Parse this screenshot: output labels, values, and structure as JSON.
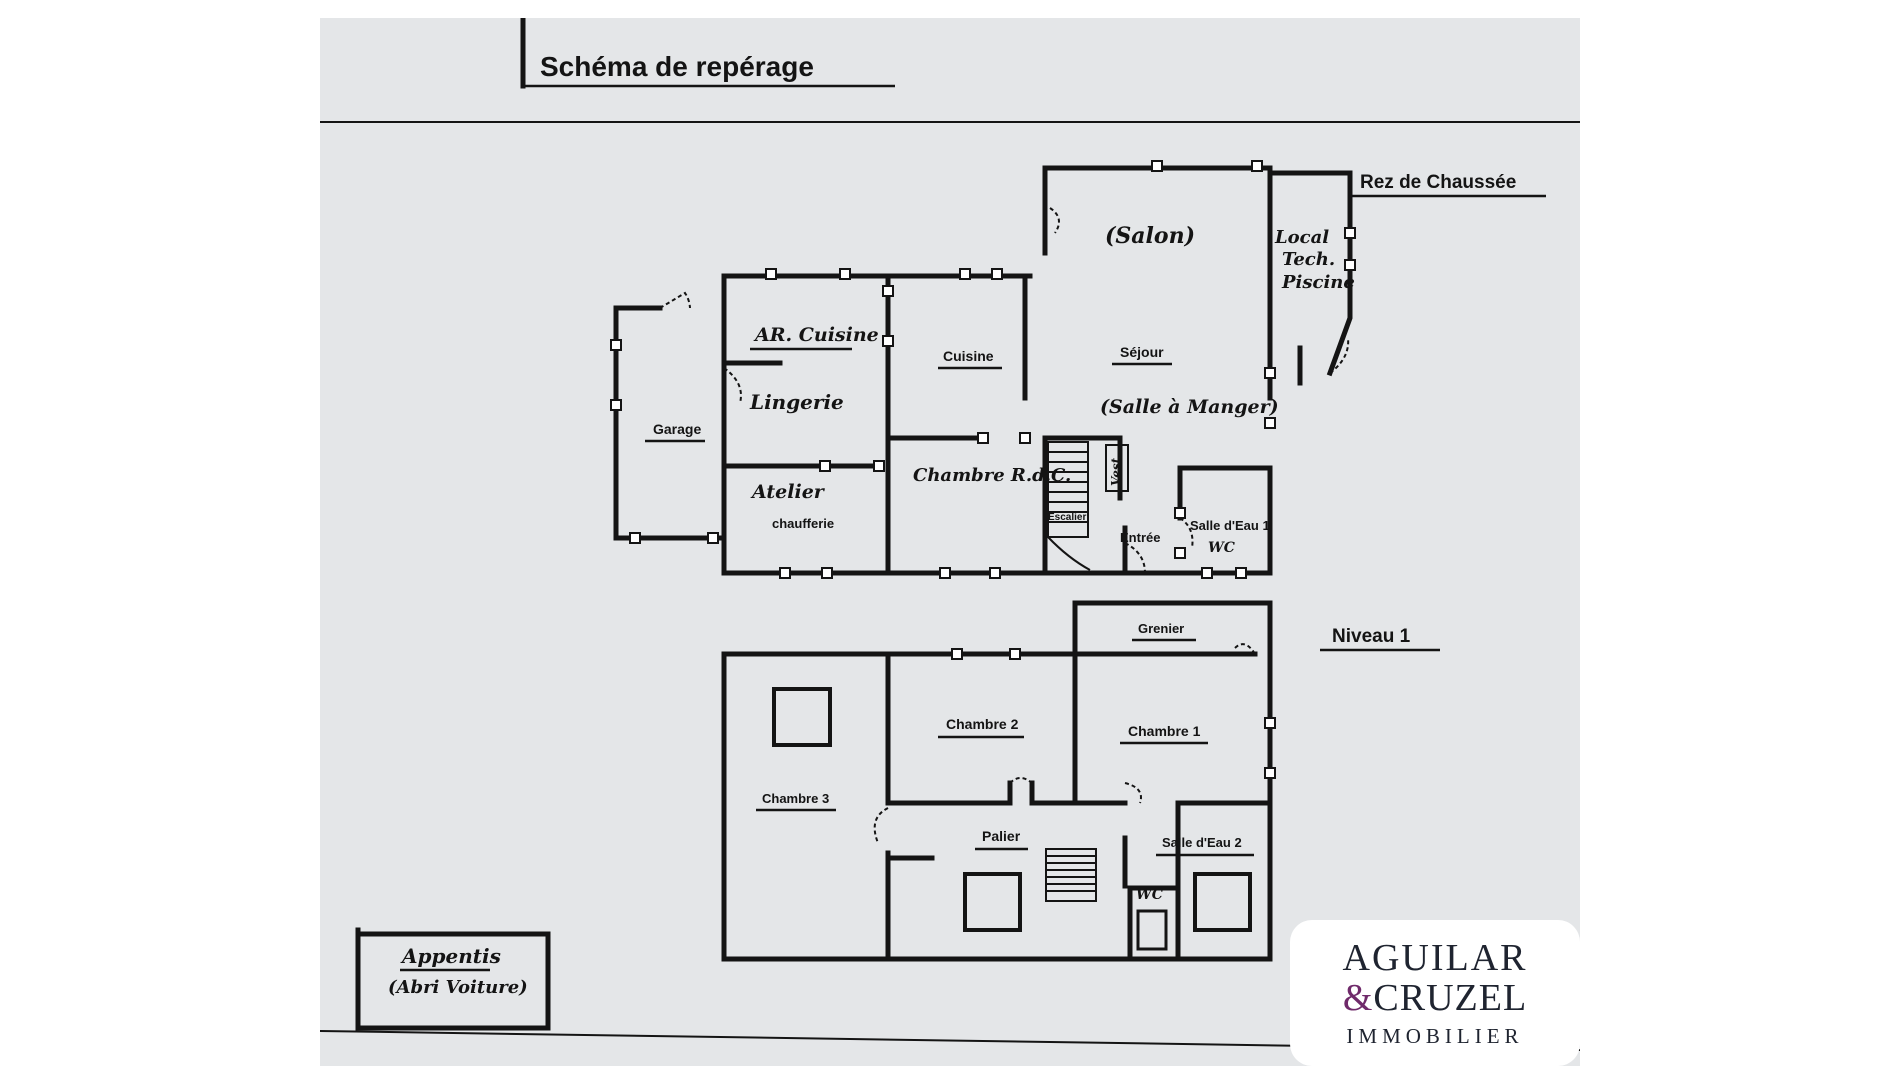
{
  "title": "Schéma de repérage",
  "levels": {
    "ground": "Rez de Chaussée",
    "first": "Niveau 1"
  },
  "rooms_ground": {
    "salon": "(Salon)",
    "local": [
      "Local",
      "Tech.",
      "Piscine"
    ],
    "ar_cuisine": "AR. Cuisine",
    "cuisine": "Cuisine",
    "sejour": "Séjour",
    "garage": "Garage",
    "lingerie": "Lingerie",
    "salle_manger": "(Salle à Manger)",
    "chambre_rdc": "Chambre R.d.C.",
    "vest": "Vest.",
    "atelier": "Atelier",
    "chaufferie": "chaufferie",
    "escalier": "Escalier",
    "entree": "Entrée",
    "salle_eau_1": "Salle d'Eau 1",
    "wc": "WC"
  },
  "rooms_first": {
    "grenier": "Grenier",
    "chambre_2": "Chambre 2",
    "chambre_1": "Chambre 1",
    "chambre_3": "Chambre 3",
    "palier": "Palier",
    "salle_eau_2": "Salle d'Eau 2",
    "wc": "WC"
  },
  "outbuilding": {
    "line1": "Appentis",
    "line2": "(Abri Voiture)"
  },
  "logo": {
    "line1": "AGUILAR",
    "amp": "&",
    "line2": "CRUZEL",
    "line3": "IMMOBILIER",
    "accent_color": "#6f2a6a",
    "text_color": "#1f2430"
  }
}
